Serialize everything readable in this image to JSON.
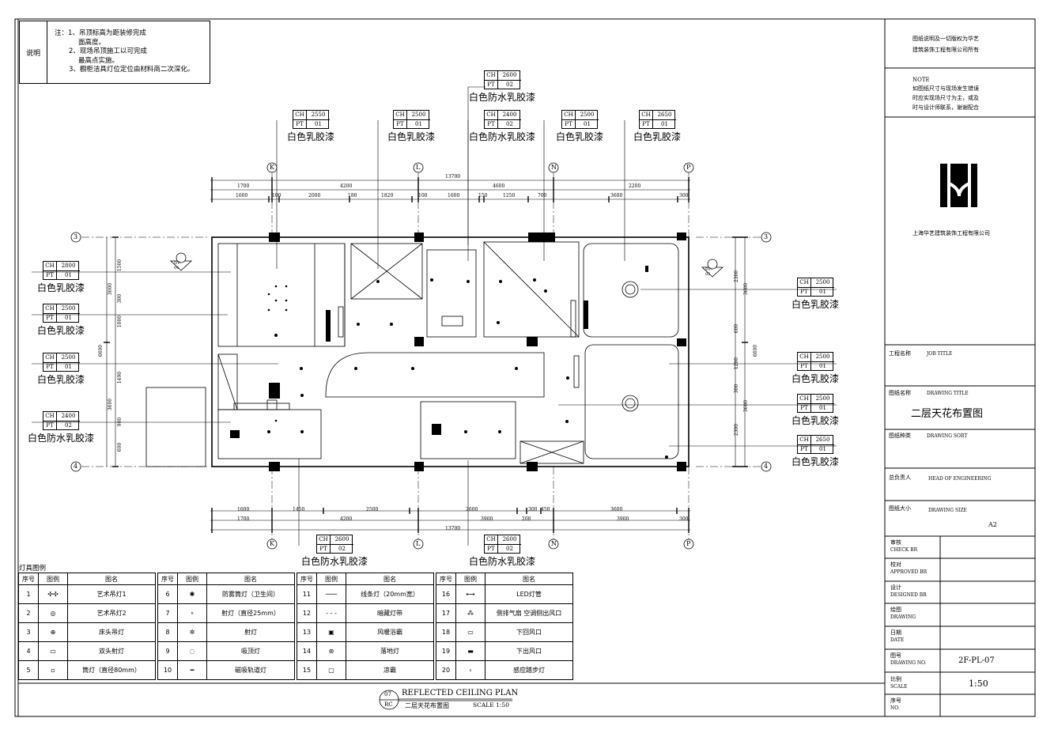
{
  "notes": {
    "label": "说明",
    "lines": [
      "注：1、吊顶标高为距装修完成",
      "面高度。",
      "2、现场吊顶施工以可完成",
      "最高点实施。",
      "3、橱柜洁具灯位定位由材料商二次深化。"
    ]
  },
  "title_block": {
    "copyright_1": "图纸说明及一切版权为华艺",
    "copyright_2": "建筑装饰工程有限公司所有",
    "note_head": "NOTE",
    "note_1": "如图纸尺寸与现场发生错误",
    "note_2": "时应实现场尺寸为主，或及",
    "note_3": "时与设计师联系，谢谢配合",
    "company": "上海华艺建筑装饰工程有限公司",
    "job_title_cn": "工程名称",
    "job_title_en": "JOB TITLE",
    "drawing_title_cn": "图纸名称",
    "drawing_title_en": "DRAWING TITLE",
    "drawing_title_value": "二层天花布置图",
    "drawing_sort_cn": "图纸种类",
    "drawing_sort_en": "DRAWING SORT",
    "head_cn": "总负责人",
    "head_en": "HEAD OF ENGINEERING",
    "size_cn": "图纸大小",
    "size_en": "DRAWING SIZE",
    "size_value": "A2",
    "check_cn": "审核",
    "check_en": "CHECK  BR",
    "approved_cn": "校对",
    "approved_en": "APPROVED BR",
    "designed_cn": "设计",
    "designed_en": "DESIGNED BR",
    "drawing_cn": "绘图",
    "drawing_en": "DRAWING",
    "date_cn": "日期",
    "date_en": "DATE",
    "no_cn": "图号",
    "no_en": "DRAWING NO.",
    "no_value": "2F-PL-07",
    "scale_cn": "比例",
    "scale_en": "SCALE",
    "scale_value": "1:50",
    "seq_cn": "序号",
    "seq_en": "NO."
  },
  "tags": [
    {
      "ch": "2600",
      "pt": "02",
      "name": "白色防水乳胶漆"
    },
    {
      "ch": "2550",
      "pt": "01",
      "name": "白色乳胶漆"
    },
    {
      "ch": "2500",
      "pt": "01",
      "name": "白色乳胶漆"
    },
    {
      "ch": "2400",
      "pt": "02",
      "name": "白色防水乳胶漆"
    },
    {
      "ch": "2500",
      "pt": "01",
      "name": "白色乳胶漆"
    },
    {
      "ch": "2650",
      "pt": "01",
      "name": "白色乳胶漆"
    },
    {
      "ch": "2800",
      "pt": "01",
      "name": "白色乳胶漆"
    },
    {
      "ch": "2500",
      "pt": "01",
      "name": "白色乳胶漆"
    },
    {
      "ch": "2500",
      "pt": "01",
      "name": "白色乳胶漆"
    },
    {
      "ch": "2400",
      "pt": "02",
      "name": "白色防水乳胶漆"
    },
    {
      "ch": "2500",
      "pt": "01",
      "name": "白色乳胶漆"
    },
    {
      "ch": "2500",
      "pt": "01",
      "name": "白色乳胶漆"
    },
    {
      "ch": "2500",
      "pt": "01",
      "name": "白色乳胶漆"
    },
    {
      "ch": "2650",
      "pt": "01",
      "name": "白色乳胶漆"
    },
    {
      "ch": "2600",
      "pt": "02",
      "name": "白色防水乳胶漆"
    },
    {
      "ch": "2600",
      "pt": "02",
      "name": "白色防水乳胶漆"
    }
  ],
  "ch_label": "CH",
  "pt_label": "PT",
  "grid": {
    "k": "K",
    "l": "L",
    "n": "N",
    "p": "P",
    "r3": "3",
    "r4": "4"
  },
  "dims_top_total": "13700",
  "dims_top_row1": [
    "1700",
    "4200",
    "4600",
    "2200"
  ],
  "dims_top_row2": [
    "1600",
    "100",
    "2000",
    "180",
    "1820",
    "100",
    "1600",
    "150",
    "1250",
    "700",
    "3600",
    "300"
  ],
  "dims_bot_total": "13700",
  "dims_bot_row1": [
    "1700",
    "4200",
    "3900",
    "3900"
  ],
  "dims_bot_row2": [
    "1600",
    "1450",
    "2500",
    "2600",
    "300",
    "450",
    "3600",
    "200",
    "300"
  ],
  "dims_left": [
    "6600",
    "3000",
    "3600",
    "1500",
    "300",
    "1000",
    "1490",
    "900",
    "600"
  ],
  "dims_right": [
    "6600",
    "3600",
    "2300",
    "2300",
    "600",
    "1200",
    "300",
    "3600"
  ],
  "section_markers": [
    "DT-04",
    "DT-05"
  ],
  "legend": {
    "caption": "灯具图例",
    "h_no": "序号",
    "h_sym": "图例",
    "h_name": "图名",
    "col1": [
      [
        "1",
        "艺术吊灯1"
      ],
      [
        "2",
        "艺术吊灯2"
      ],
      [
        "3",
        "床头吊灯"
      ],
      [
        "4",
        "双头射灯"
      ],
      [
        "5",
        "筒灯（直径80mm）"
      ]
    ],
    "col2": [
      [
        "6",
        "防雾筒灯（卫生间）"
      ],
      [
        "7",
        "射灯（直径25mm）"
      ],
      [
        "8",
        "射灯"
      ],
      [
        "9",
        "吸顶灯"
      ],
      [
        "10",
        "磁吸轨道灯"
      ]
    ],
    "col3": [
      [
        "11",
        "线条灯（20mm宽）"
      ],
      [
        "12",
        "暗藏灯带"
      ],
      [
        "13",
        "风暖浴霸"
      ],
      [
        "14",
        "落地灯"
      ],
      [
        "15",
        "凉霸"
      ]
    ],
    "col4": [
      [
        "16",
        "LED灯管"
      ],
      [
        "17",
        "侧排气扇 空调侧出风口"
      ],
      [
        "18",
        "下回风口"
      ],
      [
        "19",
        "下出风口"
      ],
      [
        "20",
        "感应踏步灯"
      ]
    ]
  },
  "footer": {
    "circle_top": "07",
    "circle_bot": "RC",
    "title_en": "REFLECTED CEILING PLAN",
    "title_cn": "二层天花布置图",
    "scale": "SCALE 1:50"
  }
}
